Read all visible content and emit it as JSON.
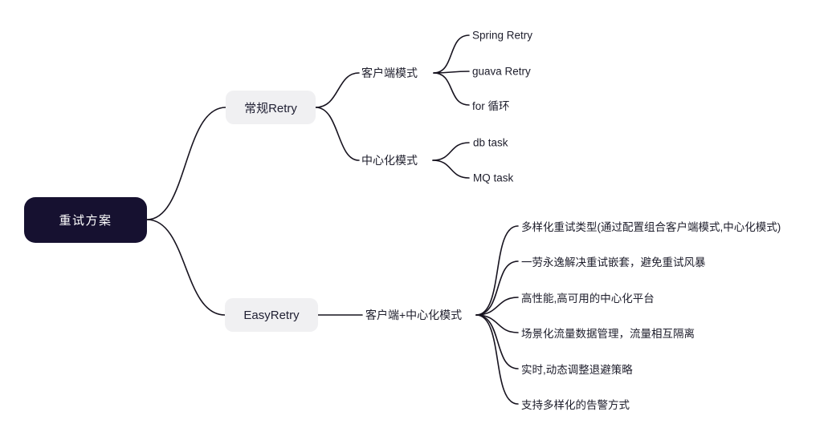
{
  "root": {
    "label": "重试方案"
  },
  "branches": [
    {
      "label": "常规Retry",
      "children": [
        {
          "label": "客户端模式",
          "leaves": [
            "Spring Retry",
            "guava Retry",
            "for 循环"
          ]
        },
        {
          "label": "中心化模式",
          "leaves": [
            "db task",
            "MQ task"
          ]
        }
      ]
    },
    {
      "label": "EasyRetry",
      "children": [
        {
          "label": "客户端+中心化模式",
          "leaves": [
            "多样化重试类型(通过配置组合客户端模式,中心化模式)",
            "一劳永逸解决重试嵌套，避免重试风暴",
            "高性能,高可用的中心化平台",
            "场景化流量数据管理，流量相互隔离",
            "实时,动态调整退避策略",
            "支持多样化的告警方式"
          ]
        }
      ]
    }
  ],
  "colors": {
    "root_bg": "#161130",
    "branch_bg": "#f0f0f2",
    "line": "#17131f",
    "text": "#1d1d2b"
  }
}
